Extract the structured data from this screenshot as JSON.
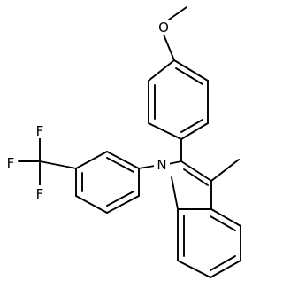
{
  "molecule": {
    "atoms": {
      "o": "O",
      "n": "N",
      "f1": "F",
      "f2": "F",
      "f3": "F"
    }
  }
}
